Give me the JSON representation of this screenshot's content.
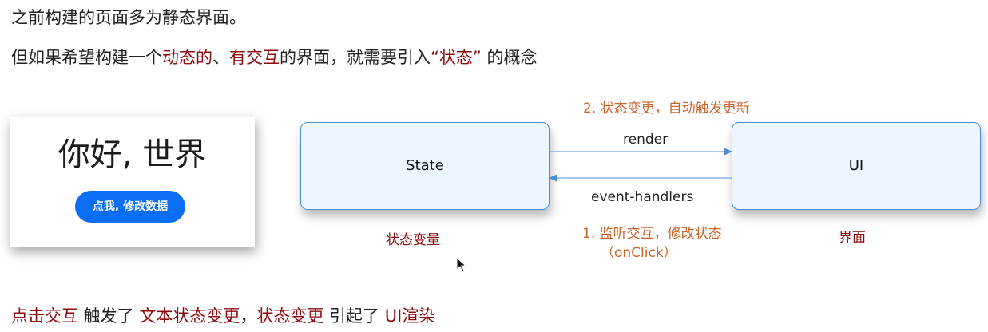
{
  "intro": {
    "line1": "之前构建的页面多为静态界面。",
    "line2_parts": [
      "但如果希望构建一个",
      "动态的",
      "、",
      "有交互",
      "的界面，就需要引入",
      "“状态”",
      " 的概念"
    ]
  },
  "demo_card": {
    "title": "你好, 世界",
    "button_label": "点我, 修改数据"
  },
  "diagram": {
    "state_box": "State",
    "ui_box": "UI",
    "render_label": "render",
    "event_label": "event-handlers",
    "step2": "2. 状态变更，自动触发更新",
    "step1_line1": "1.  监听交互，修改状态",
    "step1_line2": "（onClick）",
    "state_caption": "状态变量",
    "ui_caption": "界面"
  },
  "summary_parts": [
    "点击交互",
    " 触发了 ",
    "文本状态变更",
    "，",
    "状态变更",
    " 引起了 ",
    "UI渲染"
  ],
  "colors": {
    "highlight": "#8b0a10",
    "annotation": "#c8642a",
    "box_border": "#4d8ed2",
    "box_fill": "#ecf6ff",
    "button": "#0a6ef5"
  }
}
